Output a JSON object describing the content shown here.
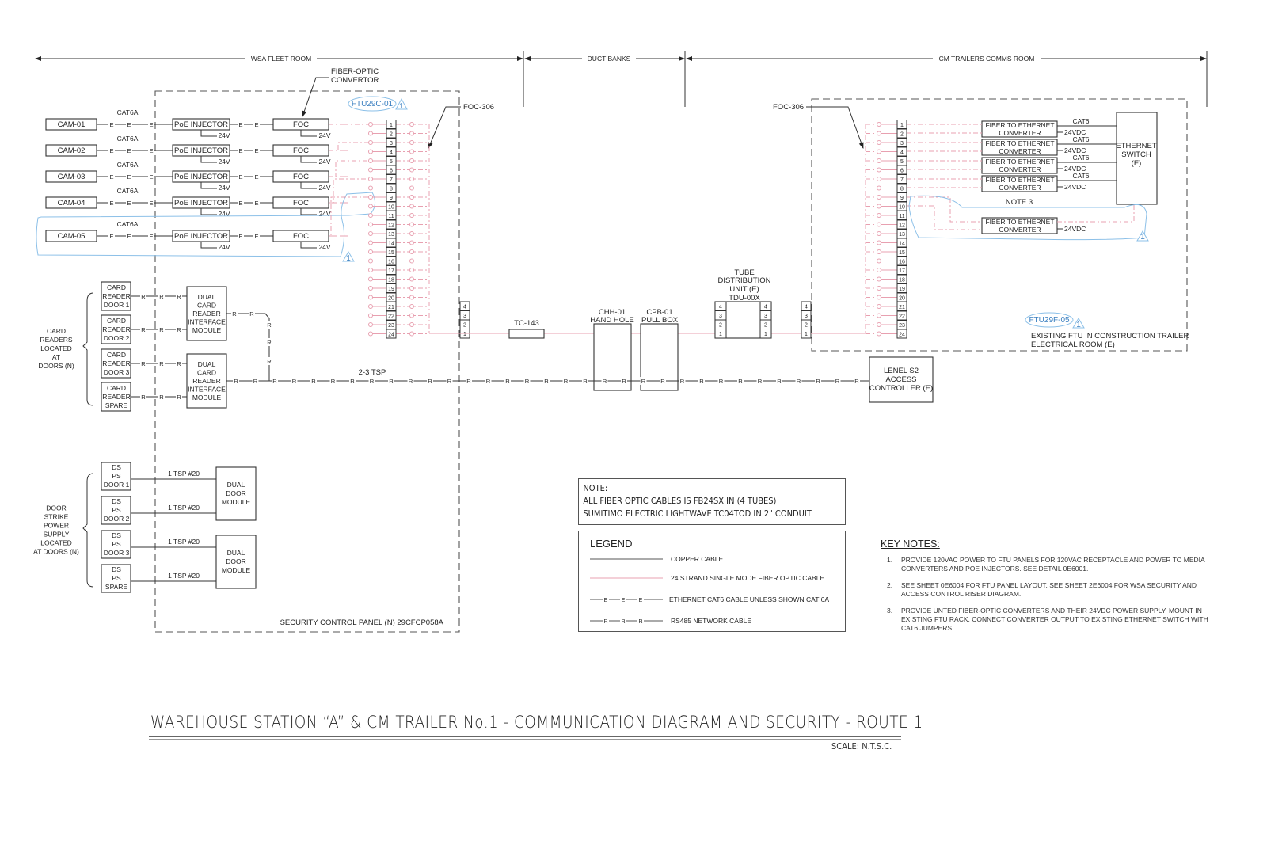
{
  "zones": [
    {
      "label": "WSA FLEET ROOM"
    },
    {
      "label": "DUCT BANKS"
    },
    {
      "label": "CM TRAILERS COMMS ROOM"
    }
  ],
  "left_panel": {
    "label": "SECURITY CONTROL PANEL (N) 29CFCP058A",
    "fiber_optic_callout": [
      "FIBER-OPTIC",
      "CONVERTOR"
    ],
    "ftu_tag": "FTU29C-01",
    "revision": "1",
    "foc_callout": "FOC-306",
    "cameras": [
      {
        "name": "CAM-01",
        "cable": "CAT6A",
        "injector": "PoE INJECTOR",
        "converter": "FOC",
        "power": "24V"
      },
      {
        "name": "CAM-02",
        "cable": "CAT6A",
        "injector": "PoE INJECTOR",
        "converter": "FOC",
        "power": "24V"
      },
      {
        "name": "CAM-03",
        "cable": "CAT6A",
        "injector": "PoE INJECTOR",
        "converter": "FOC",
        "power": "24V"
      },
      {
        "name": "CAM-04",
        "cable": "CAT6A",
        "injector": "PoE INJECTOR",
        "converter": "FOC",
        "power": "24V"
      },
      {
        "name": "CAM-05",
        "cable": "CAT6A",
        "injector": "PoE INJECTOR",
        "converter": "FOC",
        "power": "24V"
      }
    ],
    "ethernet_marker": "E",
    "rs485_marker": "R",
    "card_readers_group": [
      "CARD",
      "READERS",
      "LOCATED",
      "AT",
      "DOORS (N)"
    ],
    "card_readers": [
      [
        "CARD",
        "READER",
        "DOOR 1"
      ],
      [
        "CARD",
        "READER",
        "DOOR 2"
      ],
      [
        "CARD",
        "READER",
        "DOOR 3"
      ],
      [
        "CARD",
        "READER",
        "SPARE"
      ]
    ],
    "interface_module": [
      "DUAL",
      "CARD",
      "READER",
      "INTERFACE",
      "MODULE"
    ],
    "rs485_trunk_label": "2-3 TSP",
    "door_strike_group": [
      "DOOR",
      "STRIKE",
      "POWER",
      "SUPPLY",
      "LOCATED",
      "AT DOORS (N)"
    ],
    "door_strikes": [
      [
        "DS",
        "PS",
        "DOOR 1"
      ],
      [
        "DS",
        "PS",
        "DOOR 2"
      ],
      [
        "DS",
        "PS",
        "DOOR 3"
      ],
      [
        "DS",
        "PS",
        "SPARE"
      ]
    ],
    "door_cable": "1 TSP #20",
    "dual_door_module": [
      "DUAL",
      "DOOR",
      "MODULE"
    ]
  },
  "fiber_ports": [
    "1",
    "2",
    "3",
    "4",
    "5",
    "6",
    "7",
    "8",
    "9",
    "10",
    "11",
    "12",
    "13",
    "14",
    "15",
    "16",
    "17",
    "18",
    "19",
    "20",
    "21",
    "22",
    "23",
    "24"
  ],
  "tube_ports": [
    "4",
    "3",
    "2",
    "1"
  ],
  "duct": {
    "tc": "TC-143",
    "hand_hole": [
      "CHH-01",
      "HAND HOLE"
    ],
    "pull_box": [
      "CPB-01",
      "PULL BOX"
    ],
    "tdu": [
      "TUBE",
      "DISTRIBUTION",
      "UNIT (E)",
      "TDU-00X"
    ]
  },
  "right_panel": {
    "foc_callout": "FOC-306",
    "converter": [
      "FIBER TO ETHERNET",
      "CONVERTER"
    ],
    "converter_cable": "CAT6",
    "converter_power": "24VDC",
    "switch": [
      "ETHERNET",
      "SWITCH",
      "(E)"
    ],
    "note_ref": "NOTE 3",
    "ftu_tag": "FTU29F-05",
    "revision": "1",
    "description": [
      "EXISTING FTU IN CONSTRUCTION TRAILER",
      "ELECTRICAL ROOM (E)"
    ],
    "access_controller": [
      "LENEL S2",
      "ACCESS",
      "CONTROLLER (E)"
    ]
  },
  "note": {
    "lines": [
      "NOTE:",
      "ALL FIBER OPTIC CABLES IS FB24SX IN (4 TUBES)",
      "SUMITIMO ELECTRIC LIGHTWAVE TC04TOD IN 2\" CONDUIT"
    ]
  },
  "legend": {
    "title": "LEGEND",
    "items": [
      {
        "type": "copper",
        "label": "COPPER CABLE"
      },
      {
        "type": "fiber",
        "label": "24 STRAND SINGLE MODE FIBER OPTIC CABLE"
      },
      {
        "type": "ethernet",
        "label": "ETHERNET CAT6 CABLE UNLESS SHOWN CAT 6A"
      },
      {
        "type": "rs485",
        "label": "RS485 NETWORK CABLE"
      }
    ],
    "colors": {
      "copper": "#555555",
      "fiber": "#e8a0b0",
      "cloud": "#8cc0e8"
    }
  },
  "key_notes": {
    "title": "KEY NOTES:",
    "items": [
      {
        "num": "1.",
        "text": "PROVIDE 120VAC POWER TO FTU PANELS FOR 120VAC RECEPTACLE AND POWER TO MEDIA CONVERTERS AND POE INJECTORS. SEE DETAIL 0E6001."
      },
      {
        "num": "2.",
        "text": "SEE SHEET 0E6004 FOR FTU PANEL LAYOUT. SEE SHEET 2E6004 FOR WSA SECURITY AND ACCESS CONTROL RISER DIAGRAM."
      },
      {
        "num": "3.",
        "text": "PROVIDE UNTED FIBER-OPTIC CONVERTERS AND THEIR 24VDC POWER SUPPLY. MOUNT IN EXISTING FTU RACK. CONNECT CONVERTER OUTPUT TO EXISTING ETHERNET SWITCH WITH CAT6 JUMPERS."
      }
    ]
  },
  "title_block": {
    "title": "WAREHOUSE STATION “A” & CM TRAILER No.1 -  COMMUNICATION DIAGRAM AND SECURITY - ROUTE 1",
    "scale": "SCALE: N.T.S.C."
  }
}
